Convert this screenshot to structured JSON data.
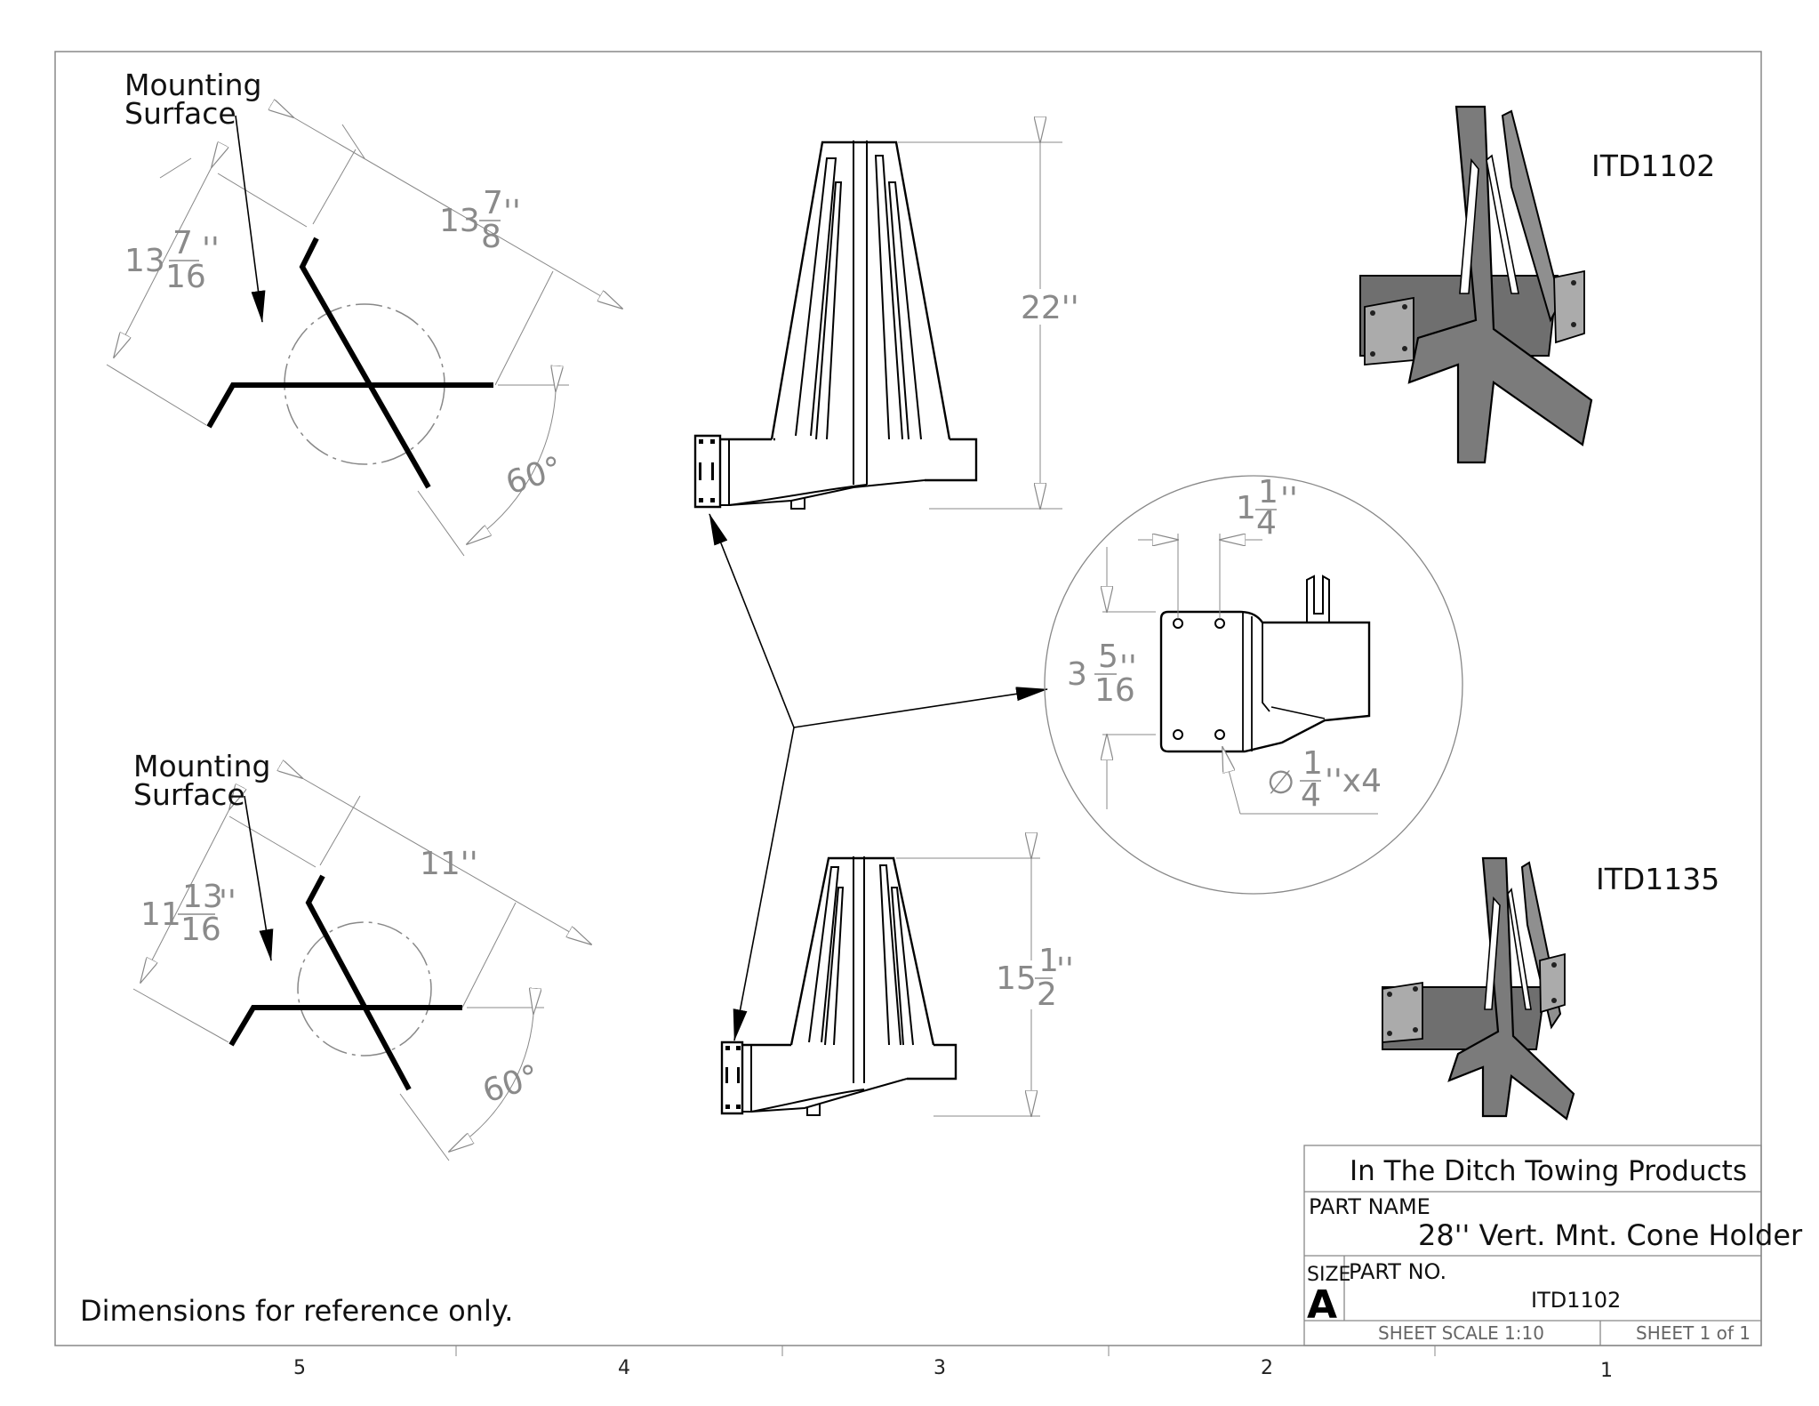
{
  "labels": {
    "mounting_surface_top": [
      "Mounting",
      "Surface"
    ],
    "mounting_surface_bottom": [
      "Mounting",
      "Surface"
    ],
    "part_id_top": "ITD1102",
    "part_id_bottom": "ITD1135",
    "note": "Dimensions for reference only."
  },
  "dimensions": {
    "top_side": {
      "whole": "13",
      "num": "7",
      "den": "16",
      "unit": "''"
    },
    "top_span": {
      "whole": "13",
      "num": "7",
      "den": "8",
      "unit": "''"
    },
    "top_angle": "60°",
    "top_height": "22''",
    "bottom_side": {
      "whole": "11",
      "num": "13",
      "den": "16",
      "unit": "''"
    },
    "bottom_span": "11''",
    "bottom_angle": "60°",
    "bottom_height": {
      "whole": "15",
      "num": "1",
      "den": "2",
      "unit": "''"
    },
    "hole_spacing": {
      "whole": "1",
      "num": "1",
      "den": "4",
      "unit": "''"
    },
    "plate_height": {
      "whole": "3",
      "num": "5",
      "den": "16",
      "unit": "''"
    },
    "hole_dia": {
      "prefix": "∅",
      "num": "1",
      "den": "4",
      "suffix": "''x4"
    }
  },
  "title_block": {
    "company": "In The Ditch Towing Products",
    "part_name_label": "PART NAME",
    "part_name": "28'' Vert. Mnt. Cone Holder",
    "size_label": "SIZE",
    "size": "A",
    "part_no_label": "PART  NO.",
    "part_no": "ITD1102",
    "scale": "SHEET SCALE 1:10",
    "sheet": "SHEET 1 of 1"
  },
  "zones": [
    "5",
    "4",
    "3",
    "2",
    "1"
  ]
}
